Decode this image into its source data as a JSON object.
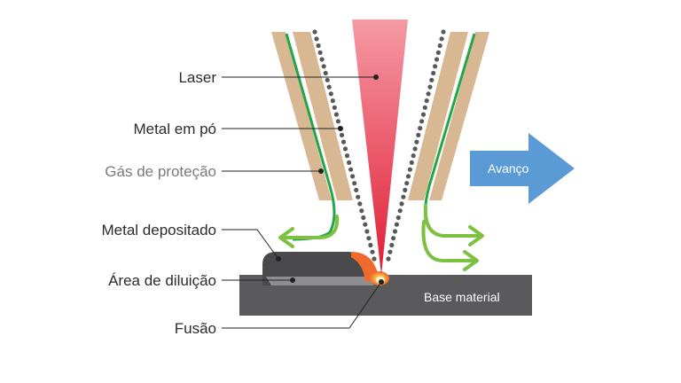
{
  "labels": {
    "laser": "Laser",
    "powder": "Metal em pó",
    "shield_gas": "Gás de proteção",
    "deposited": "Metal depositado",
    "dilution": "Área de diluição",
    "fusion": "Fusão"
  },
  "base_material": "Base material",
  "advance": "Avanço",
  "colors": {
    "nozzle": "#d8b892",
    "gas_line": "#23a64a",
    "gas_arrow": "#7cc142",
    "powder_dot": "#595959",
    "laser_top": "#f59aa4",
    "laser_bottom": "#e01e36",
    "base": "#5a5a5c",
    "deposit": "#4a4a4c",
    "advance_arrow": "#5b9bd5",
    "leader": "#222222"
  },
  "icons": {
    "advance_arrow": "arrow-right-icon"
  }
}
